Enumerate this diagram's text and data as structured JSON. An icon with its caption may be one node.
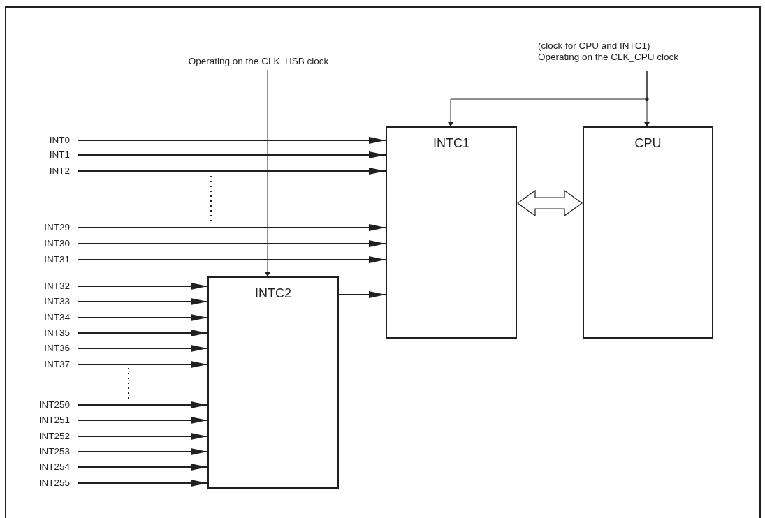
{
  "diagram": {
    "nodes": [
      {
        "text": [
          "Operating on the CLK_HSB clock"
        ]
      },
      {
        "text": [
          "(clock for CPU and INTC1)",
          "Operating on the CLK_CPU clock"
        ]
      },
      {
        "text": [
          "INTC1"
        ]
      },
      {
        "text": [
          "CPU"
        ]
      },
      {
        "text": [
          "INT0"
        ]
      },
      {
        "text": [
          "INT1"
        ]
      },
      {
        "text": [
          "INT2"
        ]
      },
      {
        "text": [
          "INT29"
        ]
      },
      {
        "text": [
          "INT30"
        ]
      },
      {
        "text": [
          "INT31"
        ]
      },
      {
        "text": [
          "INT32"
        ]
      },
      {
        "text": [
          "INT33"
        ]
      },
      {
        "text": [
          "INT34"
        ]
      },
      {
        "text": [
          "INT35"
        ]
      },
      {
        "text": [
          "INT36"
        ]
      },
      {
        "text": [
          "INT37"
        ]
      },
      {
        "text": [
          "INT250"
        ]
      },
      {
        "text": [
          "INT251"
        ]
      },
      {
        "text": [
          "INT252"
        ]
      },
      {
        "text": [
          "INT253"
        ]
      },
      {
        "text": [
          "INT254"
        ]
      },
      {
        "text": [
          "INT255"
        ]
      },
      {
        "text": [
          "INTC2"
        ]
      }
    ],
    "edges": [
      {
        "from": 0,
        "to": 22,
        "arrow": "to"
      },
      {
        "from": 1,
        "to": 2,
        "arrow": "to"
      },
      {
        "from": 1,
        "to": 3,
        "arrow": "to"
      },
      {
        "from": 4,
        "to": 2,
        "arrow": "to"
      },
      {
        "from": 5,
        "to": 2,
        "arrow": "to"
      },
      {
        "from": 6,
        "to": 2,
        "arrow": "to"
      },
      {
        "from": 7,
        "to": 2,
        "arrow": "to"
      },
      {
        "from": 8,
        "to": 2,
        "arrow": "to"
      },
      {
        "from": 9,
        "to": 2,
        "arrow": "to"
      },
      {
        "from": 10,
        "to": 22,
        "arrow": "to"
      },
      {
        "from": 11,
        "to": 22,
        "arrow": "to"
      },
      {
        "from": 12,
        "to": 22,
        "arrow": "to"
      },
      {
        "from": 13,
        "to": 22,
        "arrow": "to"
      },
      {
        "from": 14,
        "to": 22,
        "arrow": "to"
      },
      {
        "from": 15,
        "to": 22,
        "arrow": "to"
      },
      {
        "from": 16,
        "to": 22,
        "arrow": "to"
      },
      {
        "from": 17,
        "to": 22,
        "arrow": "to"
      },
      {
        "from": 18,
        "to": 22,
        "arrow": "to"
      },
      {
        "from": 19,
        "to": 22,
        "arrow": "to"
      },
      {
        "from": 20,
        "to": 22,
        "arrow": "to"
      },
      {
        "from": 21,
        "to": 22,
        "arrow": "to"
      },
      {
        "from": 22,
        "to": 2,
        "arrow": "to"
      },
      {
        "from": 2,
        "to": 3,
        "arrow": "both"
      }
    ]
  }
}
